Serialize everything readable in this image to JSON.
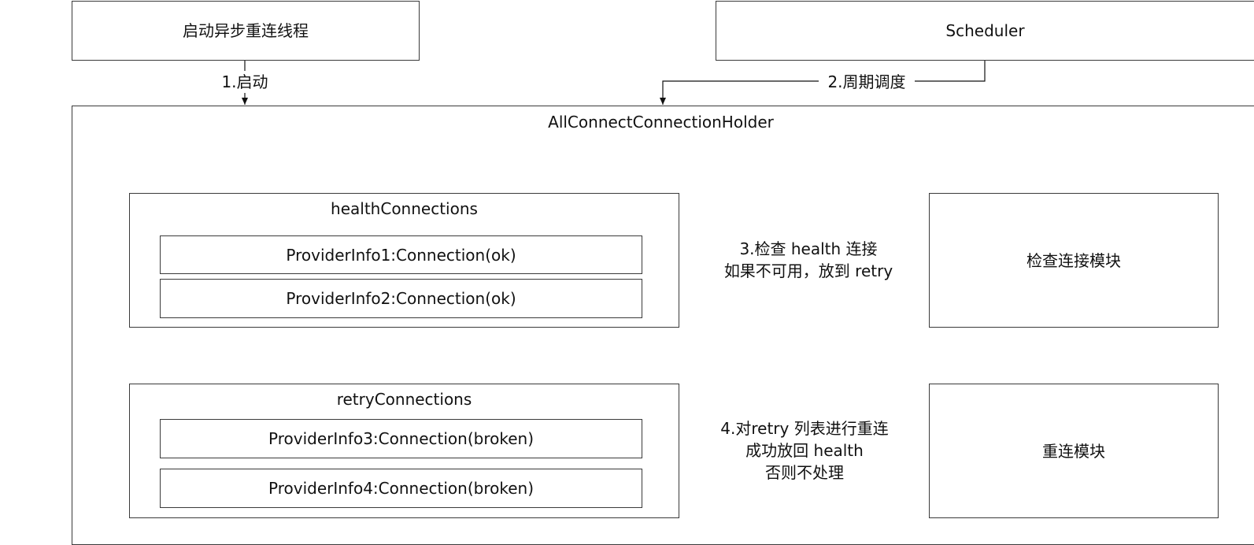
{
  "nodes": {
    "async_thread": "启动异步重连线程",
    "scheduler": "Scheduler",
    "holder": "AllConnectConnectionHolder",
    "health_title": "healthConnections",
    "health_items": [
      "ProviderInfo1:Connection(ok)",
      "ProviderInfo2:Connection(ok)"
    ],
    "retry_title": "retryConnections",
    "retry_items": [
      "ProviderInfo3:Connection(broken)",
      "ProviderInfo4:Connection(broken)"
    ],
    "check_module": "检查连接模块",
    "reconnect_module": "重连模块"
  },
  "edges": {
    "start": "1.启动",
    "schedule": "2.周期调度",
    "check_lines": [
      "3.检查 health 连接",
      "如果不可用，放到 retry"
    ],
    "reconnect_lines": [
      "4.对retry 列表进行重连",
      "成功放回 health",
      "否则不处理"
    ]
  }
}
